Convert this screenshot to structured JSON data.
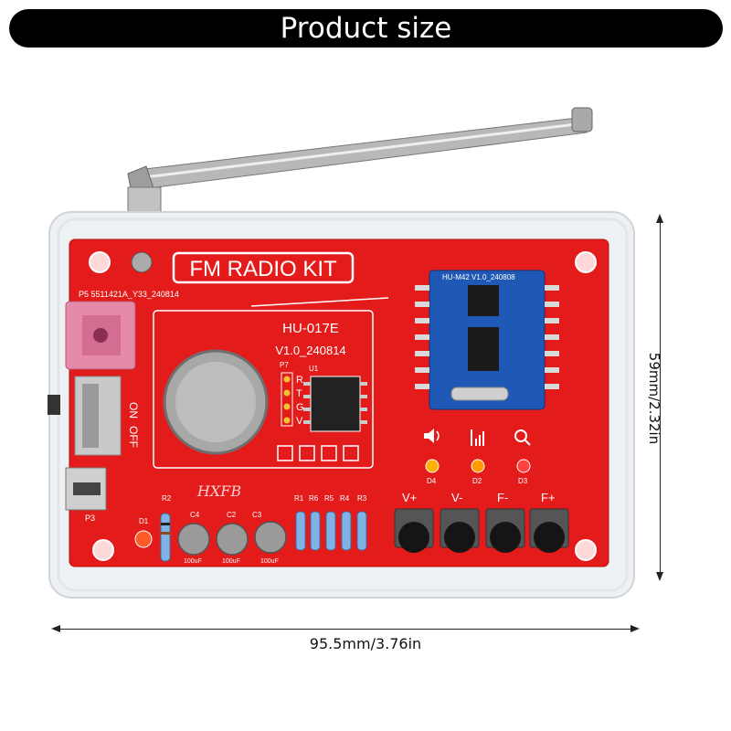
{
  "banner": {
    "title": "Product size"
  },
  "dimensions": {
    "height": "59mm/2.32in",
    "width": "95.5mm/3.76in"
  },
  "board": {
    "title": "FM RADIO KIT",
    "pcb_code": "P5 5511421A_Y33_240814",
    "model": "HU-017E",
    "version": "V1.0_240814",
    "brand": "HXFB",
    "switch_on": "ON",
    "switch_off": "OFF",
    "header_label": "P7",
    "header_pins": [
      "R",
      "T",
      "G",
      "V"
    ],
    "chip_label": "U1",
    "module_label": "HU-M42  V1.0_240808",
    "port_label": "P3",
    "led_labels": [
      "D1",
      "D4",
      "D2",
      "D3"
    ],
    "resistor_labels": [
      "R2",
      "R1",
      "R6",
      "R5",
      "R4",
      "R3"
    ],
    "capacitor_labels": [
      "C4",
      "C2",
      "C3"
    ],
    "capacitor_values": [
      "100uF",
      "100uF",
      "100uF"
    ],
    "button_labels": [
      "V+",
      "V-",
      "F-",
      "F+"
    ]
  }
}
